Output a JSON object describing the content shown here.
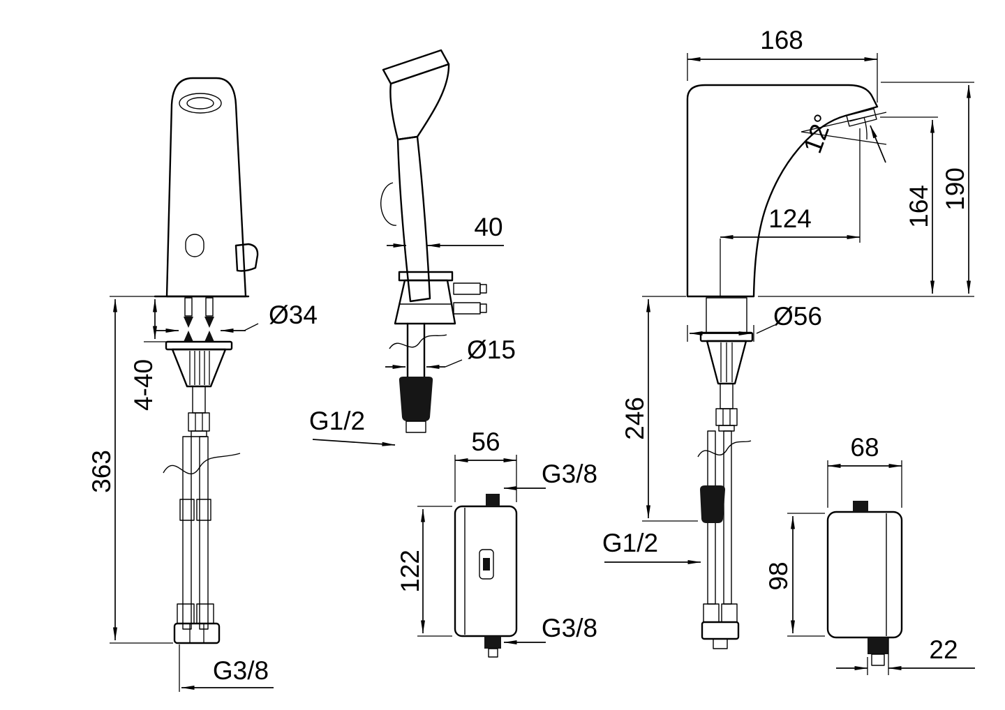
{
  "drawing": {
    "front_view": {
      "height_total": "363",
      "deck_range": "4-40",
      "shank_diameter": "Ø34",
      "bottom_thread": "G3/8"
    },
    "spray_view": {
      "holder_width": "40",
      "hose_diameter": "Ø15",
      "hose_thread": "G1/2",
      "box_width": "56",
      "box_height": "122",
      "box_thread_top": "G3/8",
      "box_thread_bottom": "G3/8"
    },
    "side_view": {
      "spout_length": "168",
      "spout_angle": "12°",
      "height_total": "190",
      "height_spout": "164",
      "spout_reach": "124",
      "base_diameter": "Ø56",
      "below_deck_length": "246",
      "hose_thread": "G1/2",
      "box_width": "68",
      "box_height": "98",
      "box_connector_width": "22"
    }
  }
}
